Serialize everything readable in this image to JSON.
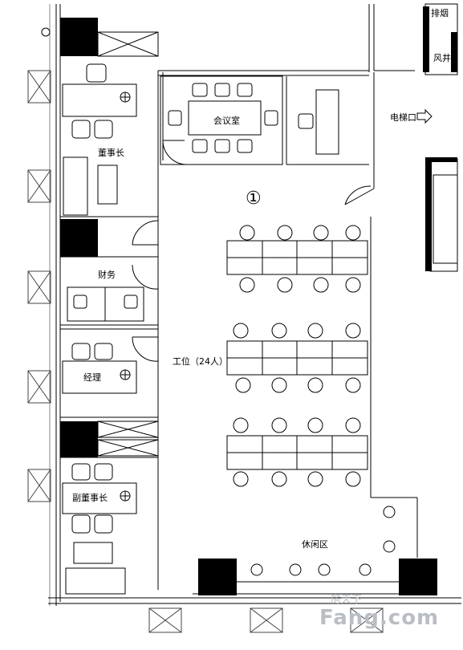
{
  "rooms": {
    "chairman": "董事长",
    "finance": "财务",
    "manager": "经理",
    "vice_chairman": "副董事长",
    "meeting": "会议室",
    "workstations": "工位（24人）",
    "lounge": "休闲区"
  },
  "signs": {
    "elevator": "电梯口",
    "top_right_1": "排烟",
    "top_right_2": "风井"
  },
  "zone_marker": "①",
  "watermark": {
    "logo_text": "Fang.com",
    "cn_text": "房天下"
  }
}
